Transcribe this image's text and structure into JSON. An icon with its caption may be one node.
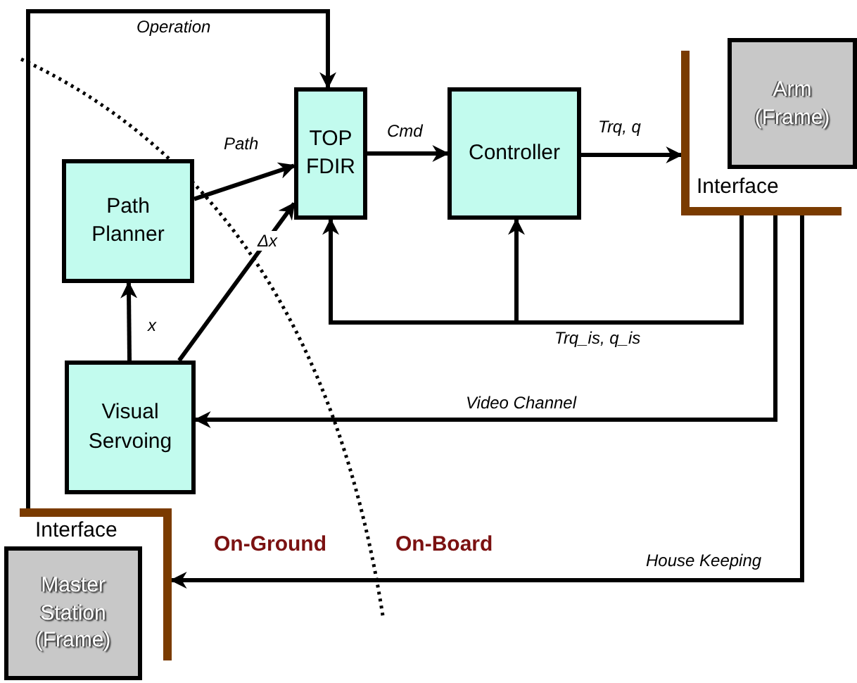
{
  "diagram": {
    "nodes": [
      {
        "text": [
          "Path Planner"
        ]
      },
      {
        "text": [
          "TOP FDIR"
        ]
      },
      {
        "text": [
          "Controller"
        ]
      },
      {
        "text": [
          "Interface"
        ]
      },
      {
        "text": [
          "Arm (Frame)"
        ]
      },
      {
        "text": [
          "Visual Servoing"
        ]
      },
      {
        "text": [
          "Interface"
        ]
      },
      {
        "text": [
          "Master Station (Frame)"
        ]
      }
    ],
    "edges": [
      {
        "from": 6,
        "to": 1,
        "arrow": "to",
        "label": "Operation"
      },
      {
        "from": 0,
        "to": 1,
        "arrow": "to",
        "label": "Path"
      },
      {
        "from": 1,
        "to": 2,
        "arrow": "to",
        "label": "Cmd"
      },
      {
        "from": 2,
        "to": 3,
        "arrow": "to",
        "label": "Trq, q"
      },
      {
        "from": 3,
        "to": 1,
        "arrow": "to",
        "label": "Trq_is, q_is"
      },
      {
        "from": 3,
        "to": 2,
        "arrow": "to"
      },
      {
        "from": 5,
        "to": 0,
        "arrow": "to",
        "label": "x"
      },
      {
        "from": 5,
        "to": 1,
        "arrow": "to",
        "label": "Δx"
      },
      {
        "from": 3,
        "to": 5,
        "arrow": "to",
        "label": "Video Channel"
      },
      {
        "from": 3,
        "to": 6,
        "arrow": "to",
        "label": "House Keeping"
      }
    ],
    "labels": [
      "On-Ground",
      "On-Board"
    ]
  }
}
